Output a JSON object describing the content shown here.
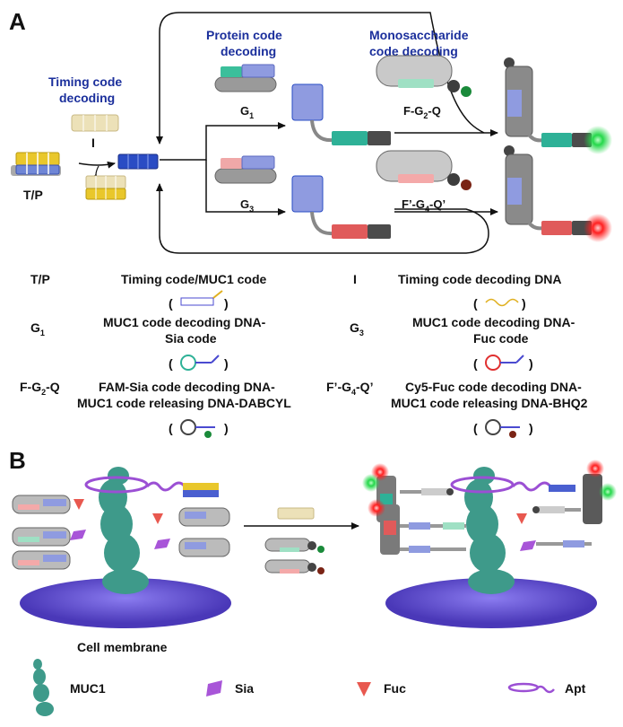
{
  "panels": {
    "a": "A",
    "b": "B"
  },
  "titles": {
    "timing_1": "Timing code",
    "timing_2": "decoding",
    "protein_1": "Protein code",
    "protein_2": "decoding",
    "mono_1": "Monosaccharide",
    "mono_2": "code decoding"
  },
  "scheme_labels": {
    "tp": "T/P",
    "i": "I",
    "g1": "G",
    "g1_sub": "1",
    "g3": "G",
    "g3_sub": "3",
    "fg2q_a": "F-G",
    "fg2q_sub": "2",
    "fg2q_b": "-Q",
    "fg4q_a": "F’-G",
    "fg4q_sub": "4",
    "fg4q_b": "-Q’"
  },
  "legend": {
    "tp_key": "T/P",
    "tp_desc": "Timing code/MUC1 code",
    "i_key": "I",
    "i_desc": "Timing code decoding DNA",
    "g1_key": "G",
    "g1_sub": "1",
    "g1_desc_1": "MUC1 code decoding DNA-",
    "g1_desc_2": "Sia code",
    "g3_key": "G",
    "g3_sub": "3",
    "g3_desc_1": "MUC1 code decoding DNA-",
    "g3_desc_2": "Fuc code",
    "fg2q_key_a": "F-G",
    "fg2q_key_sub": "2",
    "fg2q_key_b": "-Q",
    "fg2q_desc_1": "FAM-Sia code decoding DNA-",
    "fg2q_desc_2": "MUC1 code releasing DNA-DABCYL",
    "fg4q_key_a": "F’-G",
    "fg4q_key_sub": "4",
    "fg4q_key_b": "-Q’",
    "fg4q_desc_1": "Cy5-Fuc code decoding DNA-",
    "fg4q_desc_2": "MUC1 code releasing DNA-BHQ2",
    "paren_open": "(",
    "paren_close": ")"
  },
  "panel_b": {
    "membrane": "Cell membrane",
    "key_muc1": "MUC1",
    "key_sia": "Sia",
    "key_fuc": "Fuc",
    "key_apt": "Apt"
  },
  "colors": {
    "title_blue": "#1b2f9c",
    "yellow": "#e9c72b",
    "cream": "#ece1b8",
    "blue": "#2a4cc4",
    "light_blue": "#8f9be0",
    "teal": "#2eb197",
    "pink": "#e89090",
    "gray": "#8c8c8c",
    "dark": "#4b4b4b",
    "green_glow": "#25d84b",
    "red_glow": "#ff2020",
    "protein": "#3e9a8a",
    "membrane": "#6b5bd6",
    "apt": "#9b4fd4",
    "sia": "#a855d8",
    "fuc": "#e8584f"
  }
}
